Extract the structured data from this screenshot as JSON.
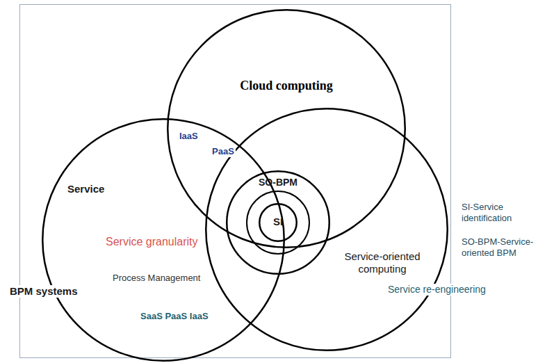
{
  "diagram": {
    "nodes": [
      {
        "text": [
          "Cloud computing"
        ]
      },
      {
        "text": [
          "BPM systems"
        ]
      },
      {
        "text": [
          "Service-oriented computing"
        ]
      },
      {
        "text": [
          "SO-BPM"
        ]
      },
      {
        "text": [
          "SI"
        ],
        "in": 3
      }
    ],
    "labels": [
      "IaaS",
      "PaaS",
      "Service",
      "Service granularity",
      "Process Management",
      "SaaS PaaS IaaS",
      "Service re-engineering",
      "SI-Service identification",
      "SO-BPM-Service-oriented BPM"
    ]
  }
}
